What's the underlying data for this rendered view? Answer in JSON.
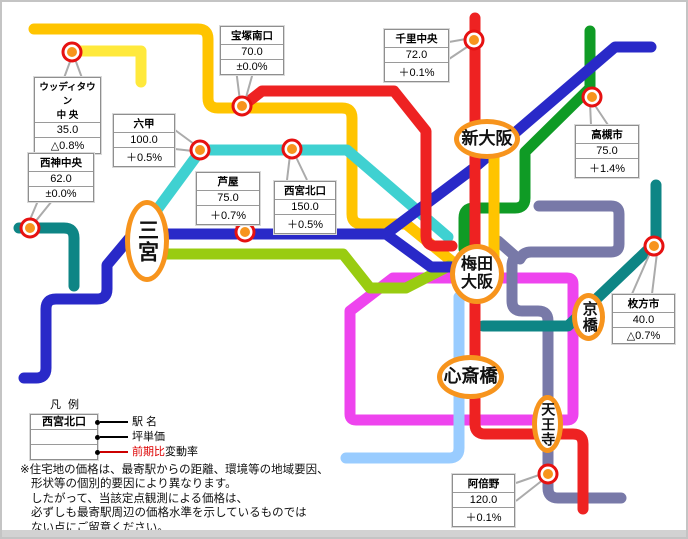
{
  "palette": {
    "gold": "#FFC400",
    "pale_yellow": "#FFE93C",
    "red": "#EE2222",
    "blue": "#2929C8",
    "cyan": "#3FD1D1",
    "teal": "#0E8585",
    "green": "#0F9B25",
    "lime": "#99CC11",
    "magenta": "#EE44EE",
    "sky_blue": "#99CCFF",
    "slate": "#7879A8",
    "station_orange": "#F7941D",
    "marker_ring_red": "#E61111",
    "leader_gray": "#ABABAB"
  },
  "hubs": {
    "sannomiya": {
      "label": "三宮"
    },
    "shin_osaka": {
      "label": "新大阪"
    },
    "umeda": {
      "label1": "梅田",
      "label2": "大阪"
    },
    "kyobashi": {
      "label": "京橋"
    },
    "shinsaibashi": {
      "label": "心斎橋"
    },
    "tennoji": {
      "label": "天王寺"
    }
  },
  "stations": {
    "woodytown": {
      "name": "ウッディタウン",
      "name2": "中 央",
      "price": "35.0",
      "change": "△0.8%"
    },
    "takarazuka_minamiguchi": {
      "name": "宝塚南口",
      "price": "70.0",
      "change": "±0.0%"
    },
    "senri_chuo": {
      "name": "千里中央",
      "price": "72.0",
      "change": "＋0.1%"
    },
    "seishin_chuo": {
      "name": "西神中央",
      "price": "62.0",
      "change": "±0.0%"
    },
    "rokko": {
      "name": "六甲",
      "price": "100.0",
      "change": "＋0.5%"
    },
    "ashiya": {
      "name": "芦屋",
      "price": "75.0",
      "change": "＋0.7%"
    },
    "nishinomiya_kitaguchi": {
      "name": "西宮北口",
      "price": "150.0",
      "change": "＋0.5%"
    },
    "takatsuki": {
      "name": "高槻市",
      "price": "75.0",
      "change": "＋1.4%"
    },
    "hirakata": {
      "name": "枚方市",
      "price": "40.0",
      "change": "△0.7%"
    },
    "abeno": {
      "name": "阿倍野",
      "price": "120.0",
      "change": "＋0.1%"
    }
  },
  "legend": {
    "title": "凡 例",
    "sample_station": "西宮北口",
    "row1": "駅 名",
    "row2": "坪単価",
    "row3_red": "前期比",
    "row3_black": "変動率"
  },
  "note": {
    "line1": "※住宅地の価格は、最寄駅からの距離、環境等の地域要因、",
    "line2": "形状等の個別的要因により異なります。",
    "line3": "したがって、当該定点観測による価格は、",
    "line4": "必ずしも最寄駅周辺の価格水準を示しているものでは",
    "line5": "ない点にご留意ください。"
  }
}
